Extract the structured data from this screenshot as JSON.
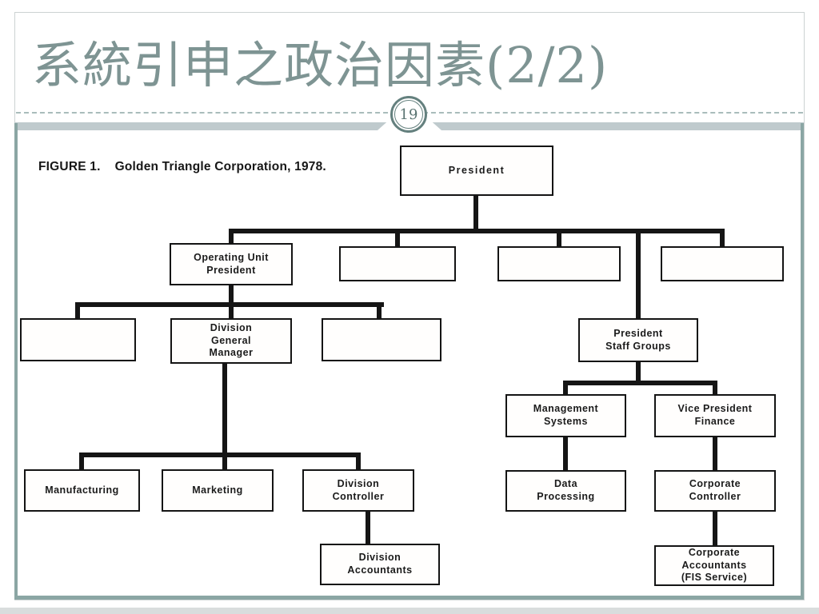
{
  "slide": {
    "title": "系統引申之政治因素(2/2)",
    "page_number": "19"
  },
  "figure": {
    "caption_label": "FIGURE 1.",
    "caption_text": "Golden Triangle Corporation, 1978."
  },
  "org_chart": {
    "nodes": {
      "president": "President",
      "operating_unit_president": "Operating Unit\nPresident",
      "empty_row2_a": "",
      "empty_row2_b": "",
      "empty_row2_c": "",
      "empty_row3_left": "",
      "division_general_manager": "Division\nGeneral\nManager",
      "empty_row3_right": "",
      "president_staff_groups": "President\nStaff Groups",
      "management_systems": "Management\nSystems",
      "vice_president_finance": "Vice President\nFinance",
      "data_processing": "Data\nProcessing",
      "corporate_controller": "Corporate\nController",
      "manufacturing": "Manufacturing",
      "marketing": "Marketing",
      "division_controller": "Division\nController",
      "division_accountants": "Division\nAccountants",
      "corporate_accountants": "Corporate\nAccountants\n(FIS Service)"
    }
  },
  "colors": {
    "title_text": "#7e9493",
    "frame_teal": "#8ba6a4",
    "band_gray": "#bfcacd",
    "chart_ink": "#151515"
  }
}
